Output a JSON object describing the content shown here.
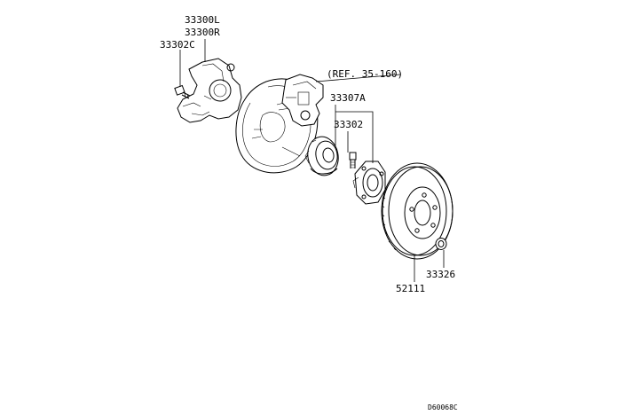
{
  "labels": {
    "knuckle_left": "33300L",
    "knuckle_right": "33300R",
    "bolt": "33302C",
    "reference": "(REF. 35-160)",
    "hub_bearing": "33307A",
    "hub_bolt": "33302",
    "rotor": "52111",
    "nut": "33326",
    "diagram_code": "D60068C"
  },
  "icons": {
    "knuckle": "steering-knuckle-icon",
    "backing_plate": "backing-plate-icon",
    "caliper": "brake-caliper-icon",
    "bearing": "hub-bearing-icon",
    "hub": "wheel-hub-icon",
    "rotor": "brake-rotor-icon"
  }
}
